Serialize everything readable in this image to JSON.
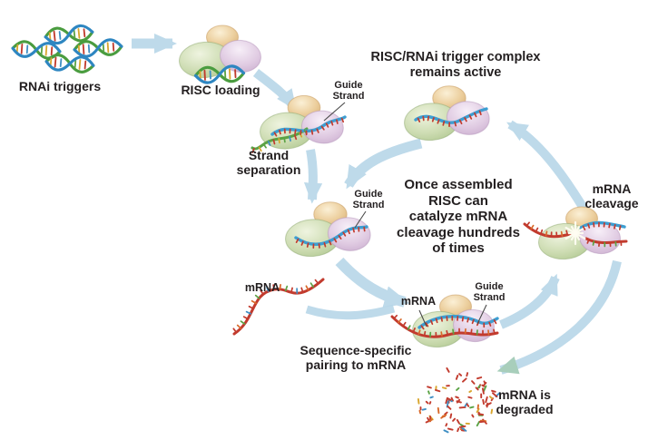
{
  "labels": {
    "rnai_triggers": "RNAi triggers",
    "risc_loading": "RISC loading",
    "strand_separation": [
      "Strand",
      "separation"
    ],
    "guide_strand": [
      "Guide",
      "Strand"
    ],
    "active_complex": [
      "RISC/RNAi trigger complex",
      "remains active"
    ],
    "center_note": [
      "Once assembled",
      "RISC can",
      "catalyze mRNA",
      "cleavage hundreds",
      "of times"
    ],
    "mrna_cleavage": [
      "mRNA",
      "cleavage"
    ],
    "mrna": "mRNA",
    "pairing": [
      "Sequence-specific",
      "pairing to mRNA"
    ],
    "degraded": [
      "mRNA is",
      "degraded"
    ]
  },
  "colors": {
    "arrow_blue": "#b7d6e8",
    "arrow_green": "#9fc9b4",
    "blob_green": "#cddcb2",
    "blob_pink": "#e0cbe2",
    "blob_tan": "#eccf9e",
    "guide_strand_blue": "#3d9ed2",
    "mrna_red": "#c23b2e",
    "helix_green": "#4a9c3f",
    "helix_blue": "#2e86c1",
    "text": "#231f20"
  }
}
